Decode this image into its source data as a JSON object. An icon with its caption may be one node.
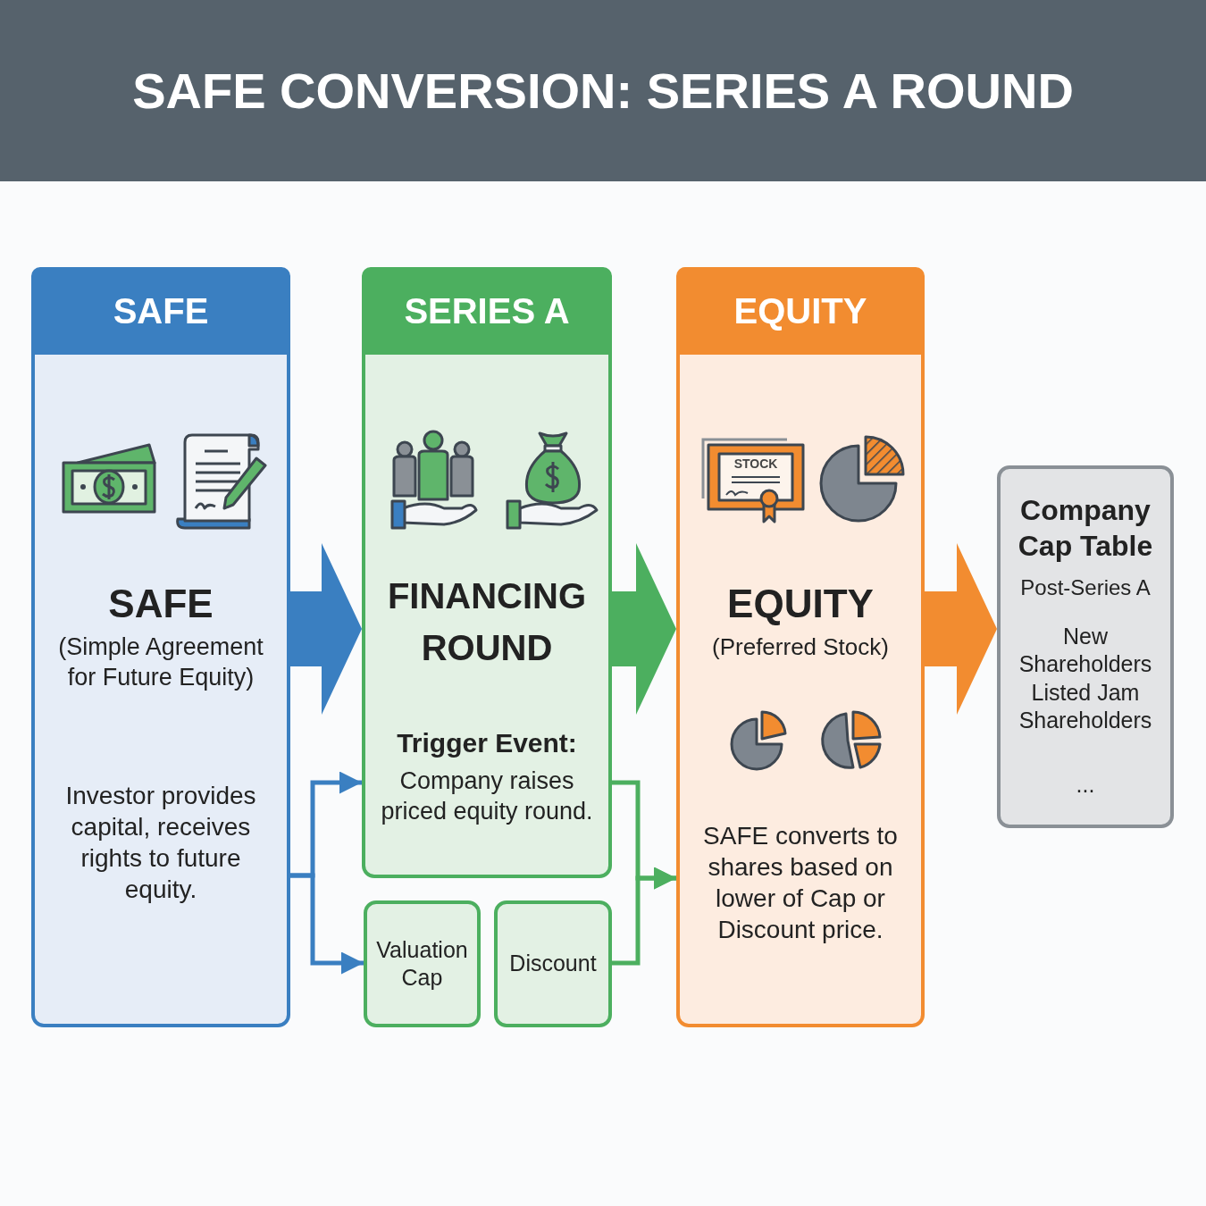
{
  "diagram": {
    "title": "SAFE CONVERSION: SERIES A ROUND",
    "nodes": [
      {
        "text": [
          "SAFE",
          "SAFE",
          "(Simple Agreement for Future Equity)",
          "Investor provides capital, receives rights to future equity."
        ]
      },
      {
        "text": [
          "SERIES A",
          "FINANCING ROUND",
          "Trigger Event:",
          "Company raises priced equity round."
        ]
      },
      {
        "text": [
          "Valuation Cap"
        ]
      },
      {
        "text": [
          "Discount"
        ]
      },
      {
        "text": [
          "EQUITY",
          "EQUITY",
          "(Preferred Stock)",
          "SAFE converts to shares based on lower of Cap or Discount price."
        ]
      },
      {
        "text": [
          "Company Cap Table",
          "Post-Series A",
          "New Shareholders Listed Jam Shareholders",
          "..."
        ]
      }
    ],
    "edges": [
      {
        "from": 0,
        "to": 1,
        "arrow": "to",
        "style": "thick",
        "color": "#3a7fc1"
      },
      {
        "from": 1,
        "to": 4,
        "arrow": "to",
        "style": "thick",
        "color": "#4caf5f"
      },
      {
        "from": 4,
        "to": 5,
        "arrow": "to",
        "style": "thick",
        "color": "#f28c30"
      },
      {
        "from": 0,
        "to": 1,
        "arrow": "to",
        "color": "#3a7fc1"
      },
      {
        "from": 0,
        "to": 2,
        "arrow": "to",
        "color": "#3a7fc1"
      },
      {
        "from": 1,
        "to": 4,
        "arrow": "to",
        "color": "#4caf5f"
      },
      {
        "from": 3,
        "to": 4,
        "arrow": "to",
        "color": "#4caf5f"
      }
    ],
    "labels": [
      "STOCK"
    ]
  }
}
